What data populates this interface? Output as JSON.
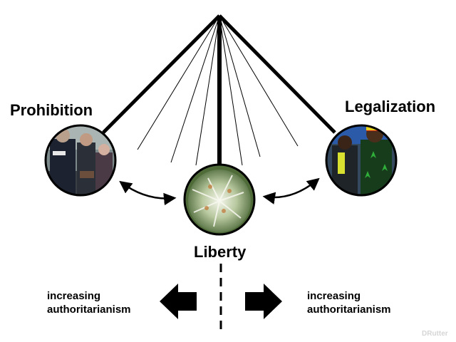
{
  "labels": {
    "prohibition": "Prohibition",
    "legalization": "Legalization",
    "liberty": "Liberty"
  },
  "captions": {
    "left_line1": "increasing",
    "left_line2": "authoritarianism",
    "right_line1": "increasing",
    "right_line2": "authoritarianism"
  },
  "watermark": "DRutter",
  "colors": {
    "lines": "#000000",
    "background": "#ffffff"
  },
  "icons": {
    "left_arrow": "block-arrow-left",
    "right_arrow": "block-arrow-right",
    "swing_arrows": "curved-double-arrow"
  }
}
